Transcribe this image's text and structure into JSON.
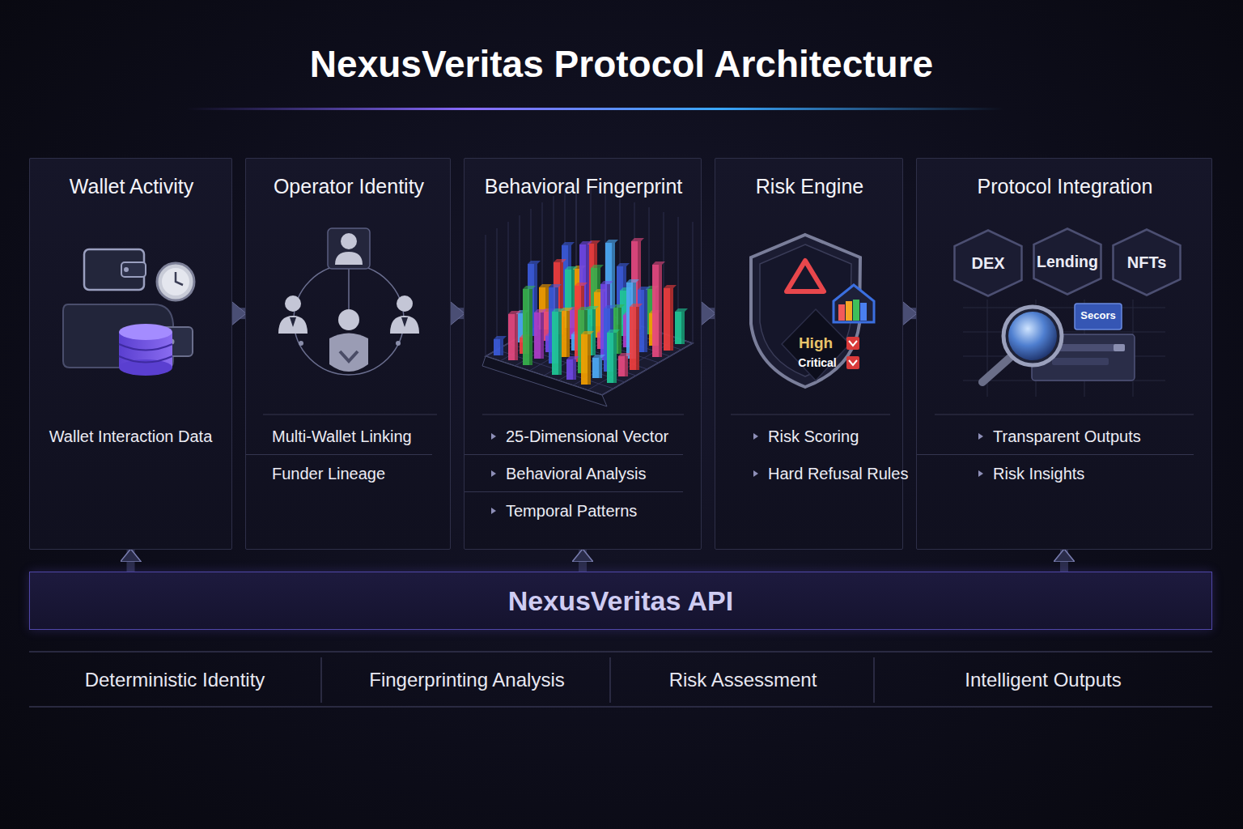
{
  "diagram": {
    "title": "NexusVeritas Protocol Architecture",
    "nodes": [
      {
        "text": [
          "Wallet Activity",
          "Wallet Interaction Data"
        ]
      },
      {
        "text": [
          "Operator Identity",
          "Multi-Wallet Linking",
          "Funder Lineage"
        ]
      },
      {
        "text": [
          "Behavioral Fingerprint",
          "25-Dimensional Vector",
          "Behavioral Analysis",
          "Temporal Patterns"
        ]
      },
      {
        "text": [
          "Risk Engine",
          "Risk Scoring",
          "Hard Refusal Rules"
        ]
      },
      {
        "text": [
          "Protocol Integration",
          "Transparent Outputs",
          "Risk Insights"
        ]
      },
      {
        "text": [
          "DEX"
        ],
        "in": 4
      },
      {
        "text": [
          "Lending"
        ],
        "in": 4
      },
      {
        "text": [
          "NFTs"
        ],
        "in": 4
      },
      {
        "text": [
          "NexusVeritas API"
        ]
      }
    ],
    "edges": [
      {
        "from": 0,
        "to": 1,
        "arrow": "to"
      },
      {
        "from": 1,
        "to": 2,
        "arrow": "to"
      },
      {
        "from": 2,
        "to": 3,
        "arrow": "to"
      },
      {
        "from": 3,
        "to": 4,
        "arrow": "to"
      },
      {
        "from": 8,
        "to": 0,
        "arrow": "to"
      },
      {
        "from": 8,
        "to": 2,
        "arrow": "to"
      },
      {
        "from": 8,
        "to": 4,
        "arrow": "to"
      }
    ],
    "labels": [
      "High",
      "Critical",
      "Secors",
      "Deterministic Identity",
      "Fingerprinting Analysis",
      "Risk Assessment",
      "Intelligent Outputs"
    ]
  }
}
